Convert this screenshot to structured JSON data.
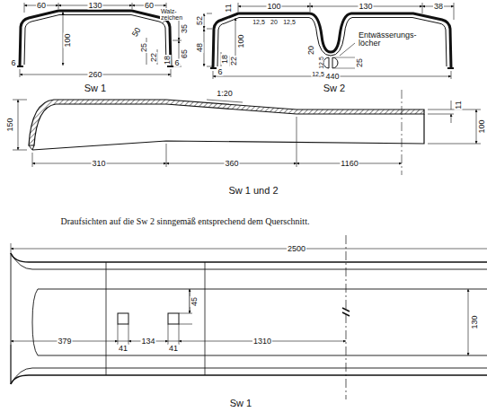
{
  "diagram": {
    "labels": [
      "60",
      "130",
      "60",
      "Walz- zeichen",
      "35",
      "50",
      "25",
      "100",
      "65",
      "22",
      "18",
      "6",
      "260",
      "6",
      "Sw 1",
      "100",
      "130",
      "38",
      "11",
      "52",
      "12,5",
      "20",
      "12,5",
      "48",
      "18",
      "22",
      "100",
      "6",
      "20",
      "12,5",
      "12,5",
      "25",
      "Entwässerungs- löcher",
      "440",
      "Sw 2",
      "150",
      "1:20",
      "11",
      "100",
      "310",
      "360",
      "1160",
      "Sw 1 und 2",
      "Draufsichten auf die Sw 2 sinngemäß entsprechend dem Querschnitt.",
      "2500",
      "379",
      "41",
      "134",
      "41",
      "45",
      "1310",
      "130",
      "Sw 1"
    ]
  }
}
